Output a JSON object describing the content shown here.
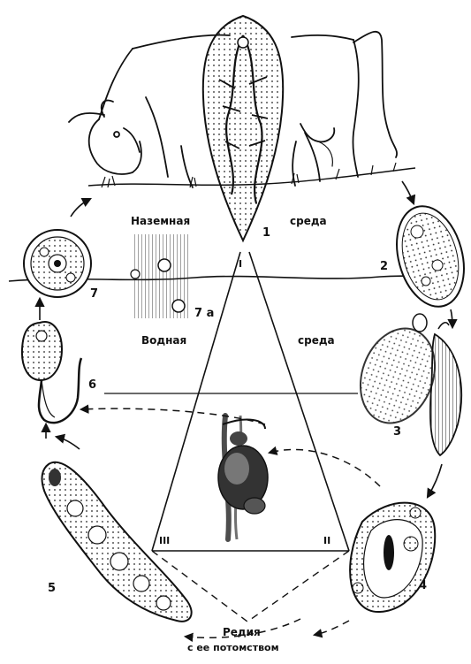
{
  "labels": {
    "land_left": "Наземная",
    "land_right": "среда",
    "water_left": "Водная",
    "water_right": "среда",
    "caption_line1": "Редия",
    "caption_line2": "с ее потомством"
  },
  "stages": {
    "s1": "1",
    "s2": "2",
    "s3": "3",
    "s4": "4",
    "s5": "5",
    "s6": "6",
    "s7": "7",
    "s7a": "7 а"
  },
  "roman": {
    "r1": "I",
    "r2": "II",
    "r3": "III"
  }
}
